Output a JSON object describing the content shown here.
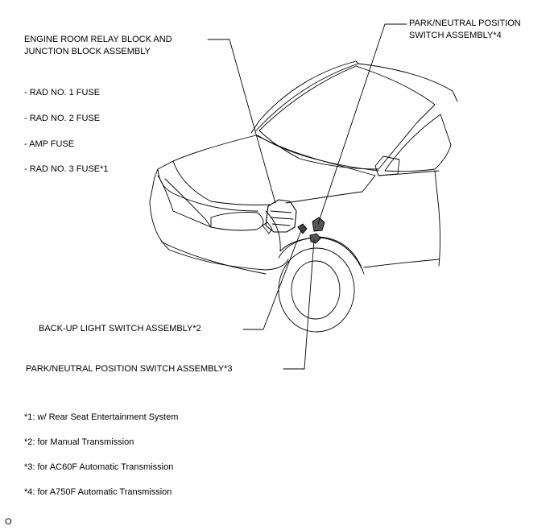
{
  "labels": {
    "relay_block_line1": "ENGINE ROOM RELAY BLOCK AND",
    "relay_block_line2": "JUNCTION BLOCK ASSEMBLY",
    "fuse_1": "- RAD NO. 1 FUSE",
    "fuse_2": "- RAD NO. 2 FUSE",
    "fuse_3": "- AMP FUSE",
    "fuse_4": "- RAD NO. 3 FUSE*1",
    "park_neutral_4_line1": "PARK/NEUTRAL POSITION",
    "park_neutral_4_line2": "SWITCH ASSEMBLY*4",
    "backup_light": "BACK-UP LIGHT SWITCH ASSEMBLY*2",
    "park_neutral_3": "PARK/NEUTRAL POSITION SWITCH ASSEMBLY*3"
  },
  "notes": [
    "*1: w/ Rear Seat Entertainment System",
    "*2: for Manual Transmission",
    "*3: for AC60F Automatic Transmission",
    "*4: for A750F Automatic Transmission"
  ],
  "corner_mark": "O"
}
